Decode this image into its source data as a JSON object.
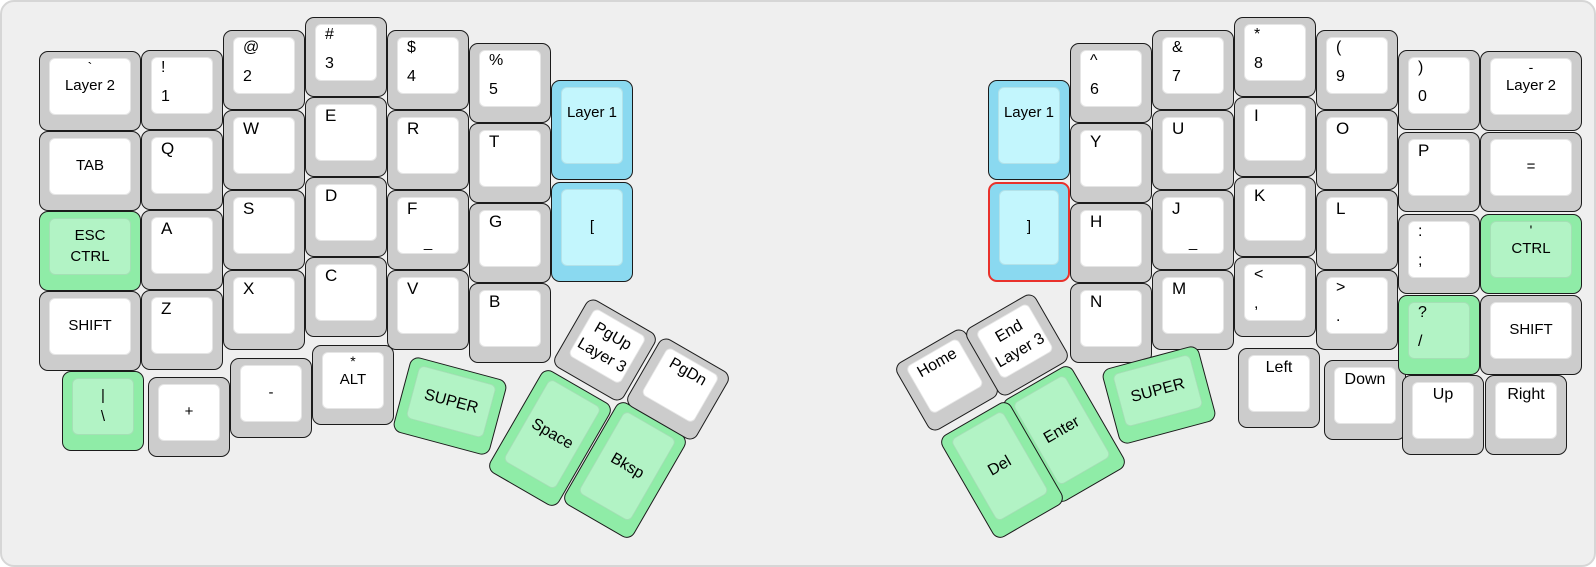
{
  "board": {
    "bg": "#efefef",
    "border": "#d6d6d6"
  },
  "key_colors": {
    "gray_rim": "#cccccc",
    "gray_face": "#ffffff",
    "green_rim": "#8feca7",
    "green_face": "#b2f3c5",
    "blue_rim": "#8ad9f0",
    "blue_face": "#c3f6fd",
    "red_border": "#e9312b"
  },
  "keys": [
    {
      "id": "l-grave-layer2",
      "style": "hint-center",
      "color": "gray",
      "legends": [
        "`",
        "Layer 2"
      ]
    },
    {
      "id": "l-tab",
      "style": "center",
      "color": "gray",
      "legends": [
        "TAB"
      ]
    },
    {
      "id": "l-esc-ctrl",
      "style": "center",
      "color": "green",
      "legends": [
        "ESC",
        "CTRL"
      ]
    },
    {
      "id": "l-shift",
      "style": "center",
      "color": "gray",
      "legends": [
        "SHIFT"
      ]
    },
    {
      "id": "l-pipe-backslash",
      "style": "center",
      "color": "green",
      "legends": [
        "|",
        "\\"
      ]
    },
    {
      "id": "l-1",
      "style": "pair",
      "color": "gray",
      "legends": [
        "!",
        "1"
      ]
    },
    {
      "id": "l-q",
      "style": "letter",
      "color": "gray",
      "legends": [
        "Q"
      ]
    },
    {
      "id": "l-a",
      "style": "letter",
      "color": "gray",
      "legends": [
        "A"
      ]
    },
    {
      "id": "l-z",
      "style": "letter",
      "color": "gray",
      "legends": [
        "Z"
      ]
    },
    {
      "id": "l-plus",
      "style": "center",
      "color": "gray",
      "legends": [
        "+"
      ]
    },
    {
      "id": "l-2",
      "style": "pair",
      "color": "gray",
      "legends": [
        "@",
        "2"
      ]
    },
    {
      "id": "l-w",
      "style": "letter",
      "color": "gray",
      "legends": [
        "W"
      ]
    },
    {
      "id": "l-s",
      "style": "letter",
      "color": "gray",
      "legends": [
        "S"
      ]
    },
    {
      "id": "l-x",
      "style": "letter",
      "color": "gray",
      "legends": [
        "X"
      ]
    },
    {
      "id": "l-minus",
      "style": "center",
      "color": "gray",
      "legends": [
        "-"
      ]
    },
    {
      "id": "l-3",
      "style": "pair",
      "color": "gray",
      "legends": [
        "#",
        "3"
      ]
    },
    {
      "id": "l-e",
      "style": "letter",
      "color": "gray",
      "legends": [
        "E"
      ]
    },
    {
      "id": "l-d",
      "style": "letter",
      "color": "gray",
      "legends": [
        "D"
      ]
    },
    {
      "id": "l-c",
      "style": "letter",
      "color": "gray",
      "legends": [
        "C"
      ]
    },
    {
      "id": "l-asterisk-alt",
      "style": "hint-center",
      "color": "gray",
      "legends": [
        "*",
        "ALT"
      ]
    },
    {
      "id": "l-4",
      "style": "pair",
      "color": "gray",
      "legends": [
        "$",
        "4"
      ]
    },
    {
      "id": "l-r",
      "style": "letter",
      "color": "gray",
      "legends": [
        "R"
      ]
    },
    {
      "id": "l-f",
      "style": "letter-homing",
      "color": "gray",
      "legends": [
        "F",
        "_"
      ]
    },
    {
      "id": "l-v",
      "style": "letter",
      "color": "gray",
      "legends": [
        "V"
      ]
    },
    {
      "id": "l-5",
      "style": "pair",
      "color": "gray",
      "legends": [
        "%",
        "5"
      ]
    },
    {
      "id": "l-t",
      "style": "letter",
      "color": "gray",
      "legends": [
        "T"
      ]
    },
    {
      "id": "l-g",
      "style": "letter",
      "color": "gray",
      "legends": [
        "G"
      ]
    },
    {
      "id": "l-b",
      "style": "letter",
      "color": "gray",
      "legends": [
        "B"
      ]
    },
    {
      "id": "l-layer1",
      "style": "upper",
      "color": "blue",
      "legends": [
        "Layer 1"
      ]
    },
    {
      "id": "l-lbracket",
      "style": "center",
      "color": "blue",
      "legends": [
        "["
      ]
    },
    {
      "id": "l-super",
      "style": "center",
      "color": "green",
      "legends": [
        "SUPER"
      ]
    },
    {
      "id": "l-space",
      "style": "center",
      "color": "green",
      "legends": [
        "Space"
      ]
    },
    {
      "id": "l-bksp",
      "style": "center",
      "color": "green",
      "legends": [
        "Bksp"
      ]
    },
    {
      "id": "l-pgup-layer3",
      "style": "center",
      "color": "gray",
      "legends": [
        "PgUp",
        "Layer 3"
      ]
    },
    {
      "id": "l-pgdn",
      "style": "top",
      "color": "gray",
      "legends": [
        "PgDn"
      ]
    },
    {
      "id": "r-layer1",
      "style": "upper",
      "color": "blue",
      "legends": [
        "Layer 1"
      ]
    },
    {
      "id": "r-rbracket",
      "style": "center",
      "color": "blue",
      "red_border": true,
      "legends": [
        "]"
      ]
    },
    {
      "id": "r-6",
      "style": "pair",
      "color": "gray",
      "legends": [
        "^",
        "6"
      ]
    },
    {
      "id": "r-y",
      "style": "letter",
      "color": "gray",
      "legends": [
        "Y"
      ]
    },
    {
      "id": "r-h",
      "style": "letter",
      "color": "gray",
      "legends": [
        "H"
      ]
    },
    {
      "id": "r-n",
      "style": "letter",
      "color": "gray",
      "legends": [
        "N"
      ]
    },
    {
      "id": "r-7",
      "style": "pair",
      "color": "gray",
      "legends": [
        "&",
        "7"
      ]
    },
    {
      "id": "r-u",
      "style": "letter",
      "color": "gray",
      "legends": [
        "U"
      ]
    },
    {
      "id": "r-j",
      "style": "letter-homing",
      "color": "gray",
      "legends": [
        "J",
        "_"
      ]
    },
    {
      "id": "r-m",
      "style": "letter",
      "color": "gray",
      "legends": [
        "M"
      ]
    },
    {
      "id": "r-8",
      "style": "pair",
      "color": "gray",
      "legends": [
        "*",
        "8"
      ]
    },
    {
      "id": "r-i",
      "style": "letter",
      "color": "gray",
      "legends": [
        "I"
      ]
    },
    {
      "id": "r-k",
      "style": "letter",
      "color": "gray",
      "legends": [
        "K"
      ]
    },
    {
      "id": "r-comma",
      "style": "pair",
      "color": "gray",
      "legends": [
        "<",
        ","
      ]
    },
    {
      "id": "r-left",
      "style": "top",
      "color": "gray",
      "legends": [
        "Left"
      ]
    },
    {
      "id": "r-9",
      "style": "pair",
      "color": "gray",
      "legends": [
        "(",
        "9"
      ]
    },
    {
      "id": "r-o",
      "style": "letter",
      "color": "gray",
      "legends": [
        "O"
      ]
    },
    {
      "id": "r-l",
      "style": "letter",
      "color": "gray",
      "legends": [
        "L"
      ]
    },
    {
      "id": "r-period",
      "style": "pair",
      "color": "gray",
      "legends": [
        ">",
        "."
      ]
    },
    {
      "id": "r-down",
      "style": "top",
      "color": "gray",
      "legends": [
        "Down"
      ]
    },
    {
      "id": "r-0",
      "style": "pair",
      "color": "gray",
      "legends": [
        ")",
        "0"
      ]
    },
    {
      "id": "r-p",
      "style": "letter",
      "color": "gray",
      "legends": [
        "P"
      ]
    },
    {
      "id": "r-semicolon",
      "style": "pair",
      "color": "gray",
      "legends": [
        ":",
        ";"
      ]
    },
    {
      "id": "r-question-slash",
      "style": "pair",
      "color": "green",
      "legends": [
        "?",
        "/"
      ]
    },
    {
      "id": "r-up",
      "style": "top",
      "color": "gray",
      "legends": [
        "Up"
      ]
    },
    {
      "id": "r-minus-layer2",
      "style": "hint-center",
      "color": "gray",
      "legends": [
        "-",
        "Layer 2"
      ]
    },
    {
      "id": "r-equals",
      "style": "center",
      "color": "gray",
      "legends": [
        "="
      ]
    },
    {
      "id": "r-quote-ctrl",
      "style": "hint-center",
      "color": "green",
      "legends": [
        "'",
        "CTRL"
      ]
    },
    {
      "id": "r-shift",
      "style": "center",
      "color": "gray",
      "legends": [
        "SHIFT"
      ]
    },
    {
      "id": "r-right",
      "style": "top",
      "color": "gray",
      "legends": [
        "Right"
      ]
    },
    {
      "id": "r-home",
      "style": "top",
      "color": "gray",
      "legends": [
        "Home"
      ]
    },
    {
      "id": "r-end-layer3",
      "style": "center",
      "color": "gray",
      "legends": [
        "End",
        "Layer 3"
      ]
    },
    {
      "id": "r-super",
      "style": "center",
      "color": "green",
      "legends": [
        "SUPER"
      ]
    },
    {
      "id": "r-enter",
      "style": "center",
      "color": "green",
      "legends": [
        "Enter"
      ]
    },
    {
      "id": "r-del",
      "style": "center",
      "color": "green",
      "legends": [
        "Del"
      ]
    }
  ]
}
